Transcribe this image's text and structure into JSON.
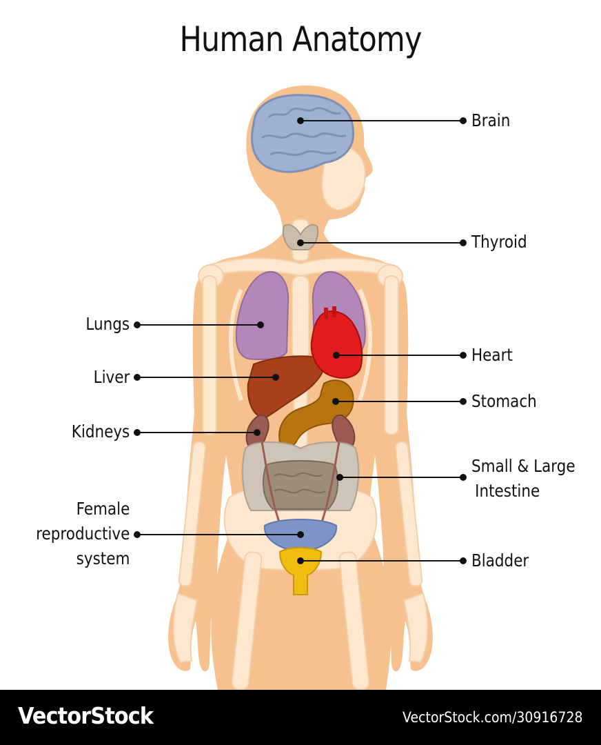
{
  "title": "Human Anatomy",
  "labels": {
    "brain": "Brain",
    "thyroid": "Thyroid",
    "lungs": "Lungs",
    "heart": "Heart",
    "liver": "Liver",
    "stomach": "Stomach",
    "kidneys": "Kidneys",
    "intestine_line1": "Small & Large",
    "intestine_line2": "Intestine",
    "reproductive_line1": "Female",
    "reproductive_line2": "reproductive",
    "reproductive_line3": "system",
    "bladder": "Bladder"
  },
  "footer": {
    "logo": "VectorStock",
    "stock_id": "VectorStock.com/30916728"
  },
  "colors": {
    "skin": "#f6c08f",
    "bone": "#fde7cf",
    "brain": "#9fb1d3",
    "lungs": "#b487bb",
    "heart": "#e21c1c",
    "liver": "#a8401a",
    "stomach": "#b8740e",
    "kidneys": "#9c5b55",
    "intestine": "#cfc4b8",
    "uterus": "#7f95c8",
    "bladder": "#f1bc10",
    "footer": "#000000"
  }
}
